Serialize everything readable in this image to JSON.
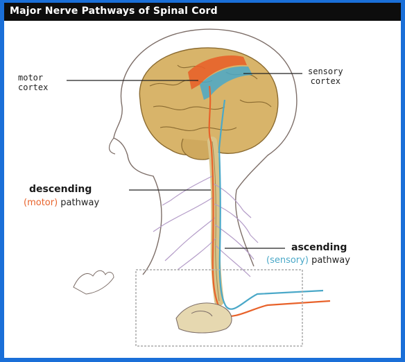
{
  "title": "Major Nerve Pathways of Spinal Cord",
  "labels": {
    "motor_cortex_line1": "motor",
    "motor_cortex_line2": "cortex",
    "sensory_cortex_line1": "sensory",
    "sensory_cortex_line2": "cortex",
    "descending": "descending",
    "descending_qualifier": "(motor)",
    "descending_word": "pathway",
    "ascending": "ascending",
    "ascending_qualifier": "(sensory)",
    "ascending_word": "pathway"
  },
  "colors": {
    "background": "#1a6fd8",
    "title_bar": "#0d0d0d",
    "motor": "#e8622a",
    "sensory": "#4aa8c8",
    "brain": "#d8b46a",
    "nerves": "#b49cc8"
  }
}
